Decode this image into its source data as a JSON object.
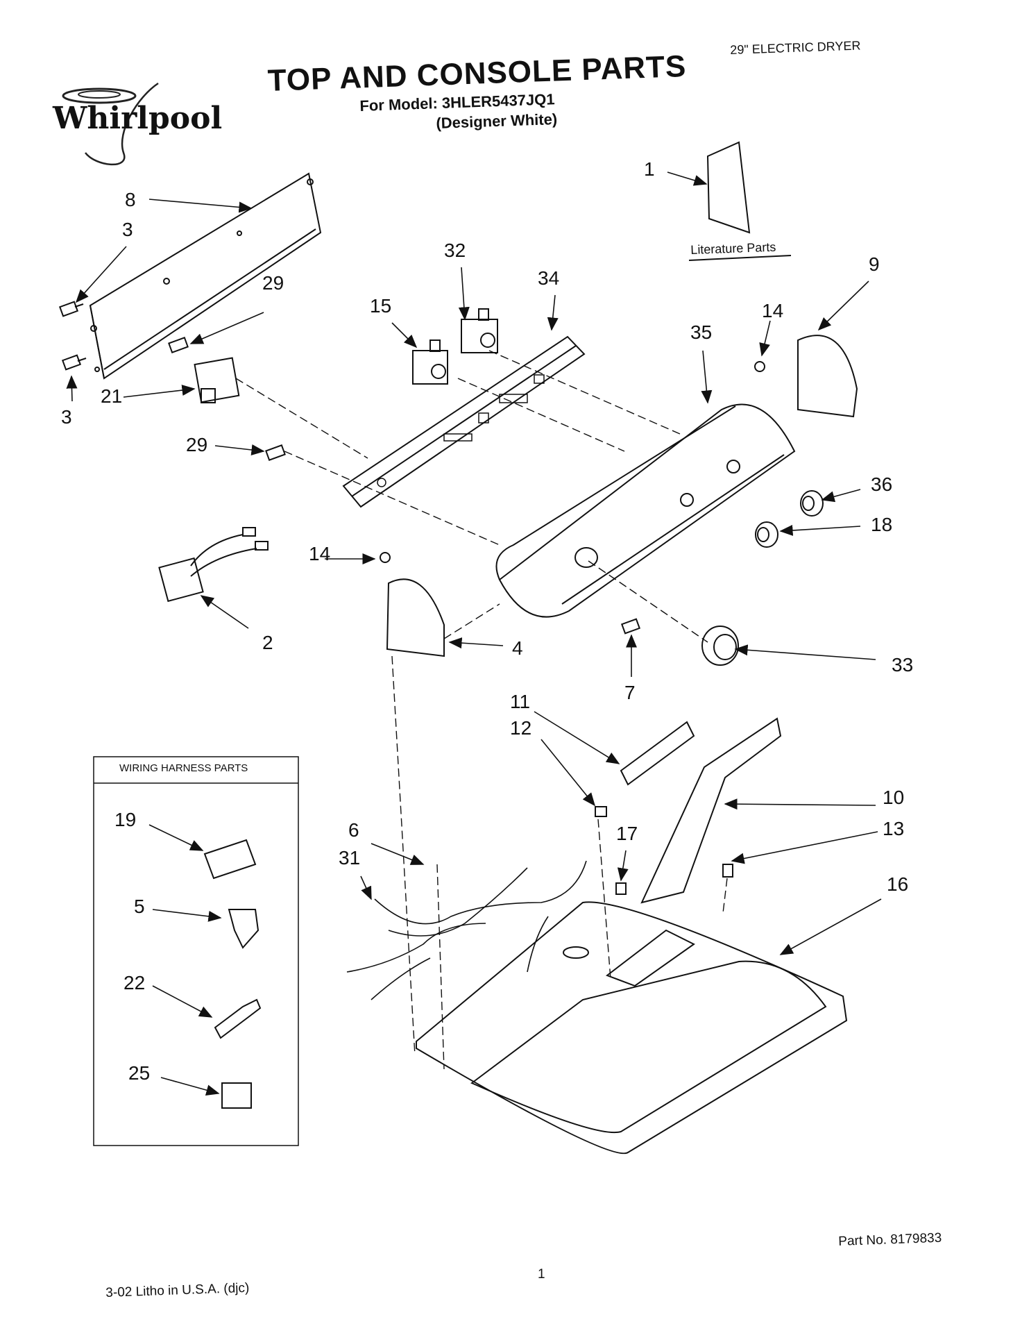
{
  "header": {
    "brand": "Whirlpool",
    "title": "TOP AND CONSOLE PARTS",
    "model_line": "For Model: 3HLER5437JQ1",
    "color_line": "(Designer White)",
    "product": "29\" ELECTRIC DRYER"
  },
  "literature_label": "Literature Parts",
  "wiring_box": {
    "title": "WIRING HARNESS PARTS",
    "callouts": [
      "19",
      "5",
      "22",
      "25"
    ]
  },
  "callouts": {
    "c1": "1",
    "c8": "8",
    "c3a": "3",
    "c3b": "3",
    "c29a": "29",
    "c29b": "29",
    "c21": "21",
    "c32": "32",
    "c34": "34",
    "c15": "15",
    "c35": "35",
    "c14a": "14",
    "c14b": "14",
    "c9": "9",
    "c36": "36",
    "c18": "18",
    "c2": "2",
    "c4": "4",
    "c7": "7",
    "c33": "33",
    "c11": "11",
    "c12": "12",
    "c10": "10",
    "c13": "13",
    "c17": "17",
    "c6": "6",
    "c31": "31",
    "c16": "16"
  },
  "footer": {
    "part_no": "Part No. 8179833",
    "page": "1",
    "litho": "3-02 Litho in U.S.A. (djc)"
  }
}
